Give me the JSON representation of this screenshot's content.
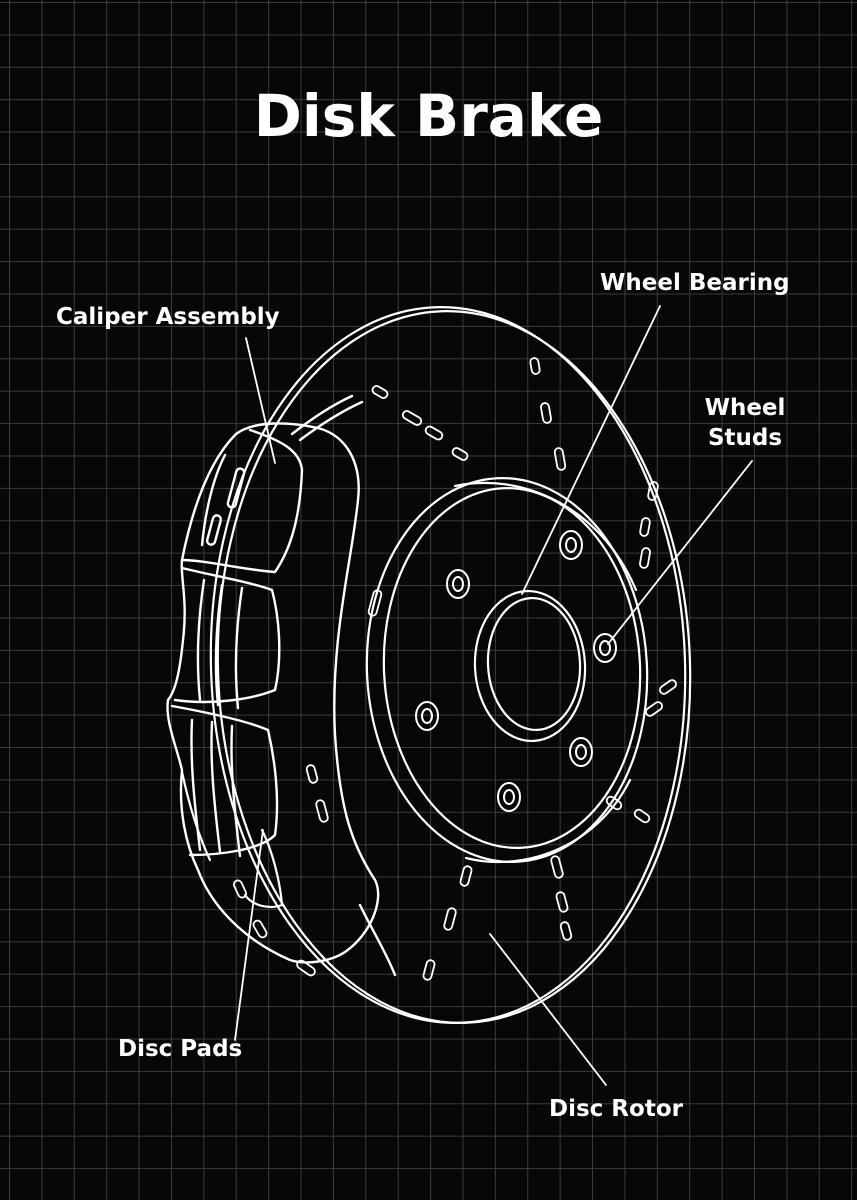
{
  "title": "Disk Brake",
  "labels": {
    "caliper_assembly": "Caliper Assembly",
    "wheel_bearing": "Wheel Bearing",
    "wheel_studs_line1": "Wheel",
    "wheel_studs_line2": "Studs",
    "disc_pads": "Disc Pads",
    "disc_rotor": "Disc Rotor"
  },
  "colors": {
    "background": "#070707",
    "grid": "#3b3b3b",
    "line": "#ffffff",
    "text": "#ffffff"
  }
}
